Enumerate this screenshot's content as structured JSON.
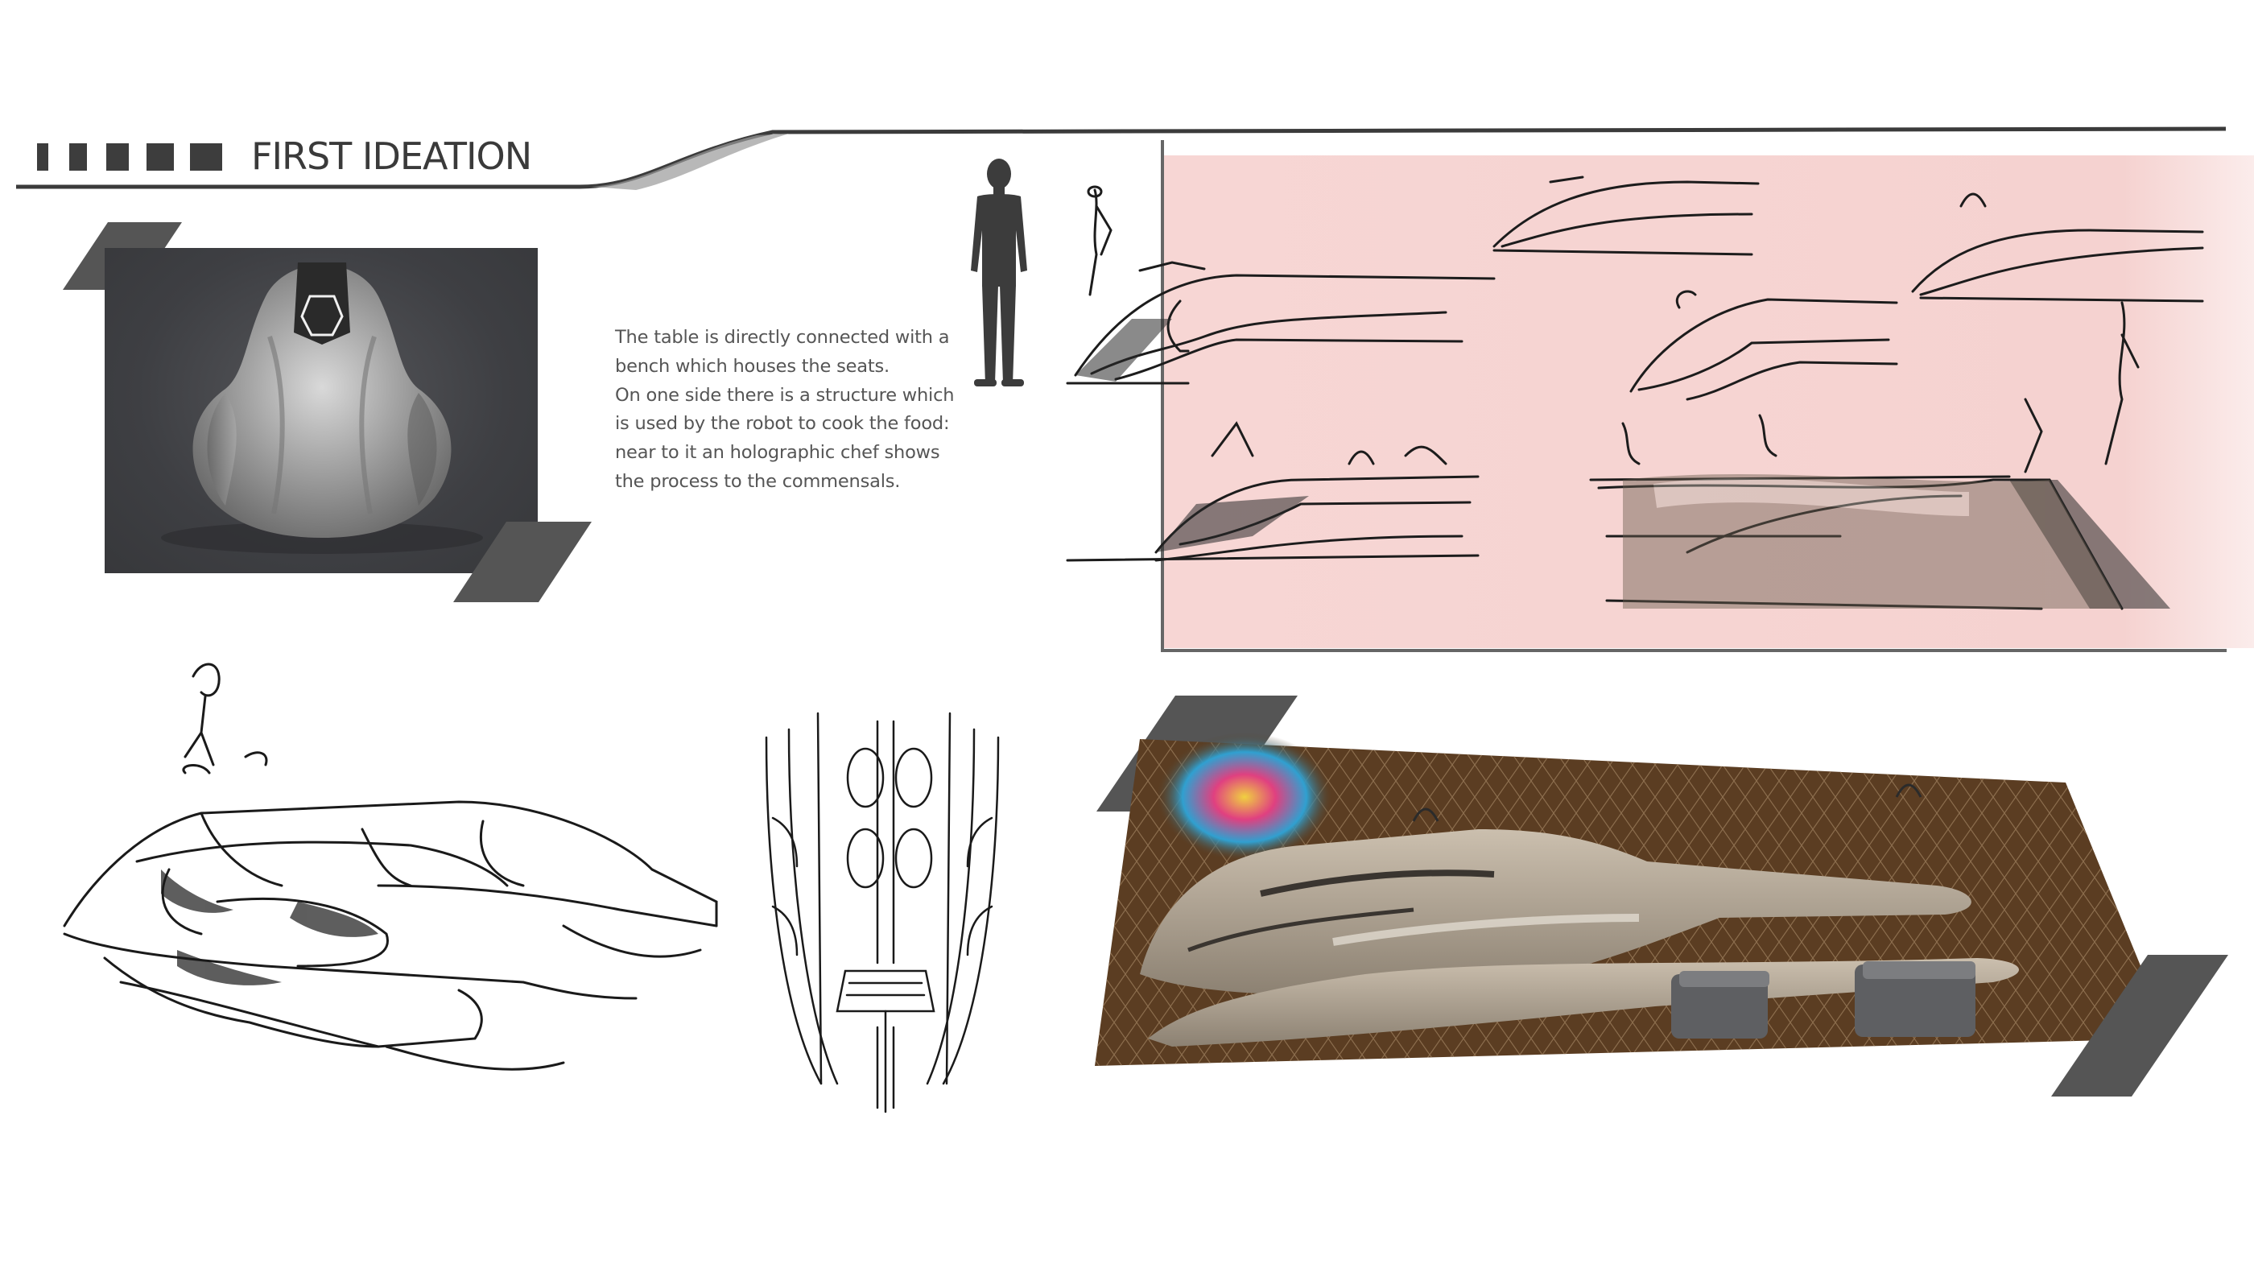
{
  "header": {
    "title": "FIRST IDEATION",
    "square_color": "#3d3d3d"
  },
  "description": {
    "line_1": "The table is directly connected with a",
    "line_2": "bench which houses the seats.",
    "line_3": "On one side there is a structure which",
    "line_4": "is used by the robot to cook the food:",
    "line_5": "near to it an holographic chef shows",
    "line_6": "the process to the commensals."
  },
  "images": {
    "render": "3D render of the table-bench concept, top view",
    "silhouette": "human scale silhouette",
    "pink_sketches": "side view ideation sketches",
    "sketch_left": "perspective pencil sketch",
    "sketch_center": "top view pencil sketch",
    "colored_render": "colored marker render on patterned floor"
  },
  "colors": {
    "accent_dark": "#3d3d3d",
    "pink_panel": "#f6d4d2",
    "floor_brown": "#5b3d22"
  }
}
